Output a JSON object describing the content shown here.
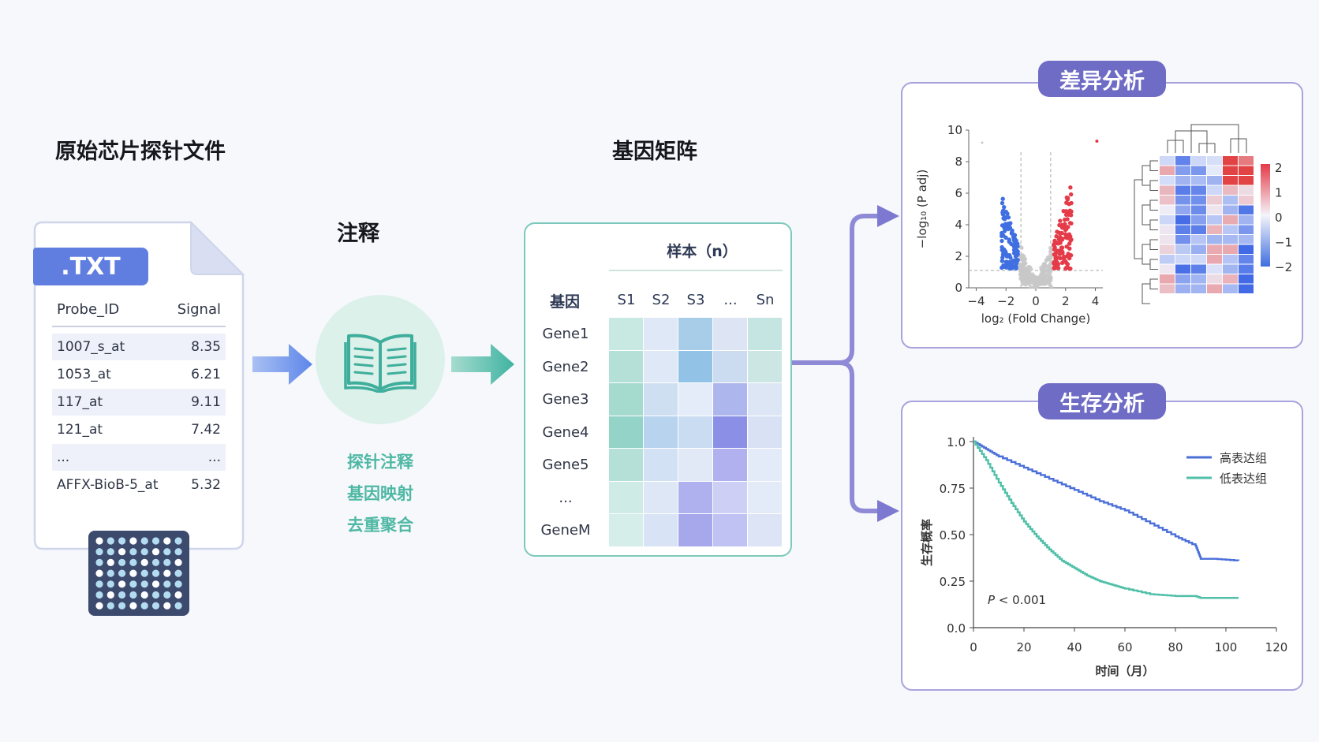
{
  "titles": {
    "raw_file": "原始芯片探针文件",
    "annotate": "注释",
    "matrix": "基因矩阵",
    "diff_analysis": "差异分析",
    "survival_analysis": "生存分析"
  },
  "file": {
    "tab": ".TXT",
    "col_probe": "Probe_ID",
    "col_signal": "Signal",
    "rows": [
      {
        "probe": "1007_s_at",
        "signal": "8.35"
      },
      {
        "probe": "1053_at",
        "signal": "6.21"
      },
      {
        "probe": "117_at",
        "signal": "9.11"
      },
      {
        "probe": "121_at",
        "signal": "7.42"
      },
      {
        "probe": "...",
        "signal": "..."
      },
      {
        "probe": "AFFX-BioB-5_at",
        "signal": "5.32"
      }
    ]
  },
  "annotate": {
    "steps": [
      "探针注释",
      "基因映射",
      "去重聚合"
    ]
  },
  "matrix": {
    "samples_label": "样本（n）",
    "gene_header": "基因",
    "columns": [
      "S1",
      "S2",
      "S3",
      "...",
      "Sn"
    ],
    "rows": [
      "Gene1",
      "Gene2",
      "Gene3",
      "Gene4",
      "Gene5",
      "...",
      "GeneM"
    ],
    "cell_colors": [
      [
        "#c8e8e2",
        "#dfe8f6",
        "#a8cde8",
        "#dde5f5",
        "#c4e5e1"
      ],
      [
        "#b4e0d8",
        "#dfe8f6",
        "#92c2e6",
        "#ccdcf0",
        "#cce6e4"
      ],
      [
        "#a5dacf",
        "#cfdff2",
        "#e3ecf8",
        "#aeb6ee",
        "#dde6f5"
      ],
      [
        "#94d3c7",
        "#b7d3ee",
        "#cadcf1",
        "#8b90e6",
        "#d9e2f5"
      ],
      [
        "#b5e0d7",
        "#d2e1f3",
        "#e1e9f7",
        "#b0b1ee",
        "#e3ebf8"
      ],
      [
        "#cfebe5",
        "#dde7f6",
        "#aeb1ee",
        "#cdd0f4",
        "#e4ebf8"
      ],
      [
        "#d5eeea",
        "#d8e4f5",
        "#a7a8ec",
        "#bfc2f2",
        "#dce4f5"
      ]
    ]
  },
  "volcano": {
    "y_ticks": [
      "0",
      "2",
      "4",
      "6",
      "8",
      "10"
    ],
    "x_ticks": [
      "−4",
      "−2",
      "0",
      "2",
      "4"
    ],
    "ylabel": "−log₁₀ (P adj)",
    "xlabel": "log₂ (Fold Change)",
    "scale_ticks": [
      "2",
      "1",
      "0",
      "−1",
      "−2"
    ],
    "colors": {
      "down": "#3f6fe0",
      "up": "#e53a48",
      "ns": "#c8c8c8"
    }
  },
  "survival": {
    "legend_high": "高表达组",
    "legend_low": "低表达组",
    "p_text_p": "P",
    "p_text_rest": " < 0.001",
    "ylabel": "生存概率",
    "xlabel": "时间（月）",
    "y_ticks": [
      "0.0",
      "0.25",
      "0.50",
      "0.75",
      "1.0"
    ],
    "x_ticks": [
      "0",
      "20",
      "40",
      "60",
      "80",
      "100",
      "120"
    ],
    "colors": {
      "high": "#4a6fd8",
      "low": "#4fbfa8"
    }
  },
  "chart_data": [
    {
      "type": "line",
      "title": "",
      "xlabel": "时间（月）",
      "ylabel": "生存概率",
      "xlim": [
        0,
        120
      ],
      "ylim": [
        0,
        1
      ],
      "series": [
        {
          "name": "高表达组",
          "x": [
            0,
            5,
            10,
            20,
            30,
            40,
            50,
            60,
            70,
            80,
            88,
            90,
            95,
            105
          ],
          "y": [
            1.0,
            0.96,
            0.92,
            0.86,
            0.8,
            0.74,
            0.68,
            0.63,
            0.56,
            0.49,
            0.44,
            0.37,
            0.37,
            0.36
          ]
        },
        {
          "name": "低表达组",
          "x": [
            0,
            5,
            10,
            15,
            20,
            25,
            30,
            35,
            40,
            45,
            50,
            55,
            60,
            70,
            80,
            88,
            90,
            105
          ],
          "y": [
            1.0,
            0.9,
            0.78,
            0.67,
            0.57,
            0.49,
            0.42,
            0.36,
            0.32,
            0.28,
            0.25,
            0.23,
            0.21,
            0.18,
            0.17,
            0.17,
            0.16,
            0.16
          ]
        }
      ]
    },
    {
      "type": "scatter",
      "title": "",
      "xlabel": "log₂ (Fold Change)",
      "ylabel": "−log₁₀ (P adj)",
      "xlim": [
        -4.5,
        4.5
      ],
      "ylim": [
        0,
        10
      ]
    },
    {
      "type": "heatmap",
      "title": "",
      "color_scale": [
        -2,
        2
      ]
    }
  ]
}
